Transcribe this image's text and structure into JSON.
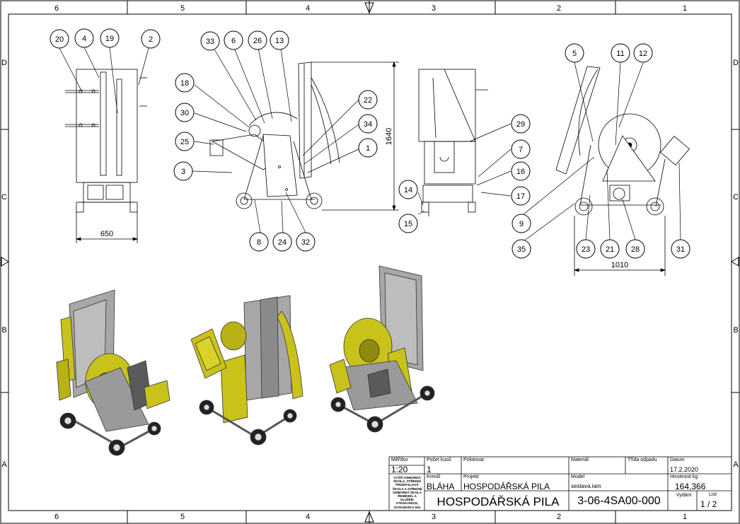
{
  "frame": {
    "columns_top": [
      "6",
      "5",
      "4",
      "3",
      "2",
      "1"
    ],
    "columns_bottom": [
      "6",
      "5",
      "4",
      "3",
      "2",
      "1"
    ],
    "rows_left": [
      "D",
      "C",
      "B",
      "A"
    ],
    "rows_right": [
      "D",
      "C",
      "B",
      "A"
    ]
  },
  "views": {
    "dimensions": {
      "width_left": "650",
      "height_side": "1640",
      "width_right": "1010"
    },
    "balloons": [
      "20",
      "4",
      "19",
      "2",
      "33",
      "6",
      "26",
      "13",
      "18",
      "30",
      "25",
      "3",
      "22",
      "34",
      "1",
      "8",
      "24",
      "32",
      "29",
      "7",
      "16",
      "17",
      "14",
      "15",
      "5",
      "11",
      "12",
      "9",
      "35",
      "23",
      "21",
      "28",
      "31"
    ]
  },
  "title_block": {
    "scale_label": "Měřítko",
    "scale_value": "1:20",
    "qty_label": "Počet kusů",
    "qty_value": "1",
    "stock_label": "Polotovar",
    "material_label": "Materiál",
    "waste_label": "Třída odpadu",
    "date_label": "Datum",
    "date_value": "17.2.2020",
    "drawn_label": "Kreslil",
    "drawn_value": "BLÁHA",
    "project_label": "Projekt",
    "project_value": "HOSPODÁŘSKÁ PILA",
    "model_label": "Model",
    "model_value": "sestava.iam",
    "mass_label": "Hmotnost kg",
    "mass_value": "164,366",
    "issue_label": "Vydání",
    "sheet_label": "List",
    "sheet_value": "1 / 2",
    "school": "VYŠŠÍ ODBORNÁ ŠKOLA, STŘEDNÍ PRŮMYSLOVÁ ŠKOLA A STŘEDNÍ ODBORNÁ ŠKOLA ŘEMESEL A SLUŽEB, STRAKONICE, ZVOLENSKÁ 934",
    "title": "HOSPODÁŘSKÁ PILA",
    "drawing_number": "3-06-4SA00-000"
  },
  "colors": {
    "line": "#000000",
    "steel": "#9a9a9a",
    "steel_dark": "#5a5a5a",
    "yellow": "#c9c21a",
    "yellow_dark": "#8e8a10"
  }
}
